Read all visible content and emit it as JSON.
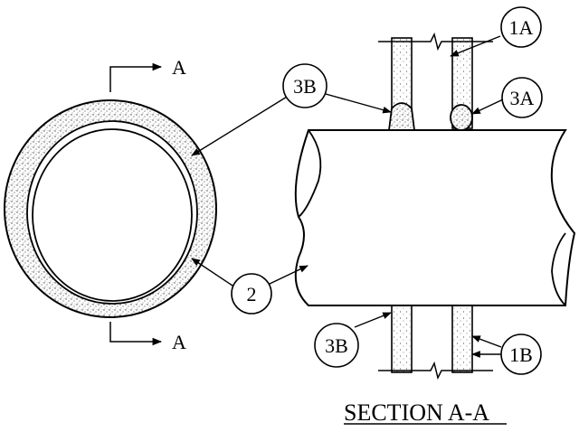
{
  "figure": {
    "section_marker": "A",
    "callouts": {
      "c1A": "1A",
      "c3A": "3A",
      "c3B_top": "3B",
      "c3B_bottom": "3B",
      "c1B": "1B",
      "c2": "2"
    },
    "title": "SECTION A-A"
  }
}
